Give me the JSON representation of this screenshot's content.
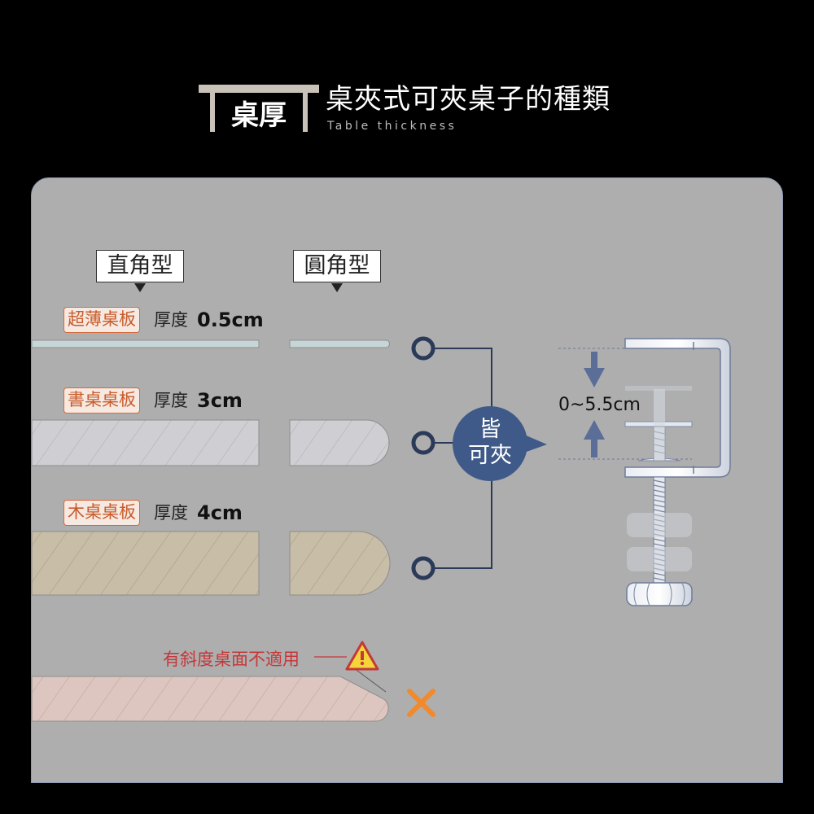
{
  "header": {
    "tag": "桌厚",
    "title": "桌夾式可夾桌子的種類",
    "subtitle": "Table thickness"
  },
  "types": {
    "square": "直角型",
    "round": "圓角型"
  },
  "boards": [
    {
      "name": "超薄桌板",
      "label": "厚度",
      "value": "0.5cm"
    },
    {
      "name": "書桌桌板",
      "label": "厚度",
      "value": "3cm"
    },
    {
      "name": "木桌桌板",
      "label": "厚度",
      "value": "4cm"
    }
  ],
  "clamp": {
    "badge_line1": "皆",
    "badge_line2": "可夾",
    "range": "0~5.5cm"
  },
  "warning": {
    "text": "有斜度桌面不適用"
  },
  "colors": {
    "background": "#000000",
    "panel": "#aeaeae",
    "accent_blue": "#3f5a88",
    "badge_orange": "#d46a3c",
    "warning_red": "#c4383a",
    "cross_orange": "#f08a2c",
    "warning_yellow": "#f5d33a"
  },
  "icons": {
    "ok": "ring-icon",
    "not_ok": "cross-icon",
    "warning": "warning-triangle-icon",
    "arrows": "arrow-up-down-icon"
  }
}
